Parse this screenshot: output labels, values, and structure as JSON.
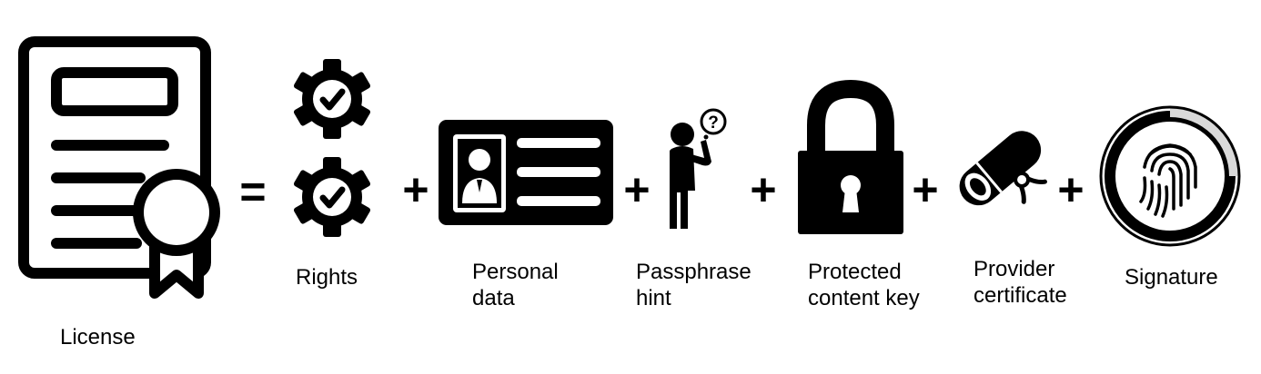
{
  "operators": {
    "equals": "=",
    "plus": "+"
  },
  "labels": {
    "license": "License",
    "rights": "Rights",
    "personal_data": "Personal\ndata",
    "passphrase_hint": "Passphrase\nhint",
    "protected_content_key": "Protected\ncontent key",
    "provider_certificate": "Provider\ncertificate",
    "signature": "Signature"
  },
  "colors": {
    "ink": "#000000",
    "background": "#ffffff",
    "signature_ring_track": "#d9d9d9"
  },
  "icons": [
    "license-document-icon",
    "gear-check-icon",
    "id-card-icon",
    "thinking-person-icon",
    "padlock-icon",
    "scroll-certificate-icon",
    "fingerprint-icon"
  ]
}
